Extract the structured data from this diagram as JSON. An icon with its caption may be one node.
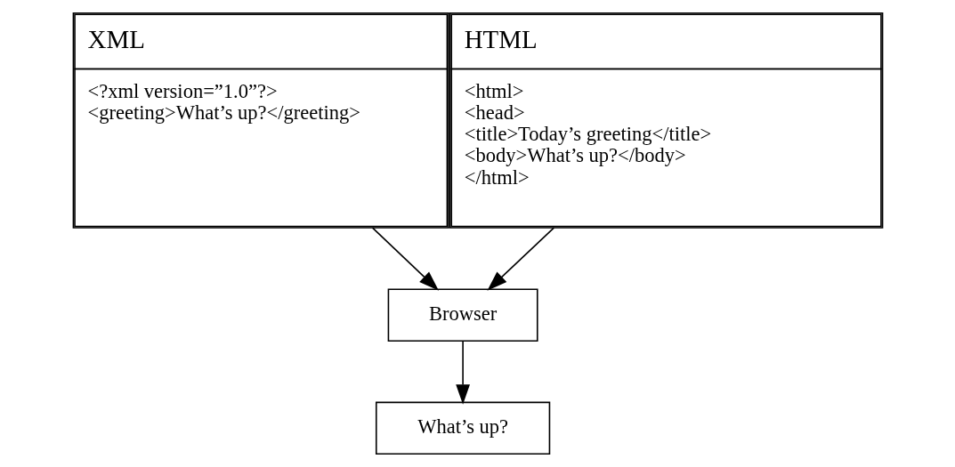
{
  "diagram": {
    "nodes": [
      {
        "text": [
          "XML",
          "<?xml version=”1.0”?>",
          "<greeting>What’s up?</greeting>"
        ]
      },
      {
        "text": [
          "HTML",
          "<html>",
          "<head>",
          "<title>Today’s greeting</title>",
          "<body>What’s up?</body>",
          "</html>"
        ]
      },
      {
        "text": [
          "Browser"
        ]
      },
      {
        "text": [
          "What’s up?"
        ]
      }
    ],
    "edges": [
      {
        "from": 0,
        "to": 2,
        "arrow": "to"
      },
      {
        "from": 1,
        "to": 2,
        "arrow": "to"
      },
      {
        "from": 2,
        "to": 3,
        "arrow": "to"
      }
    ]
  }
}
